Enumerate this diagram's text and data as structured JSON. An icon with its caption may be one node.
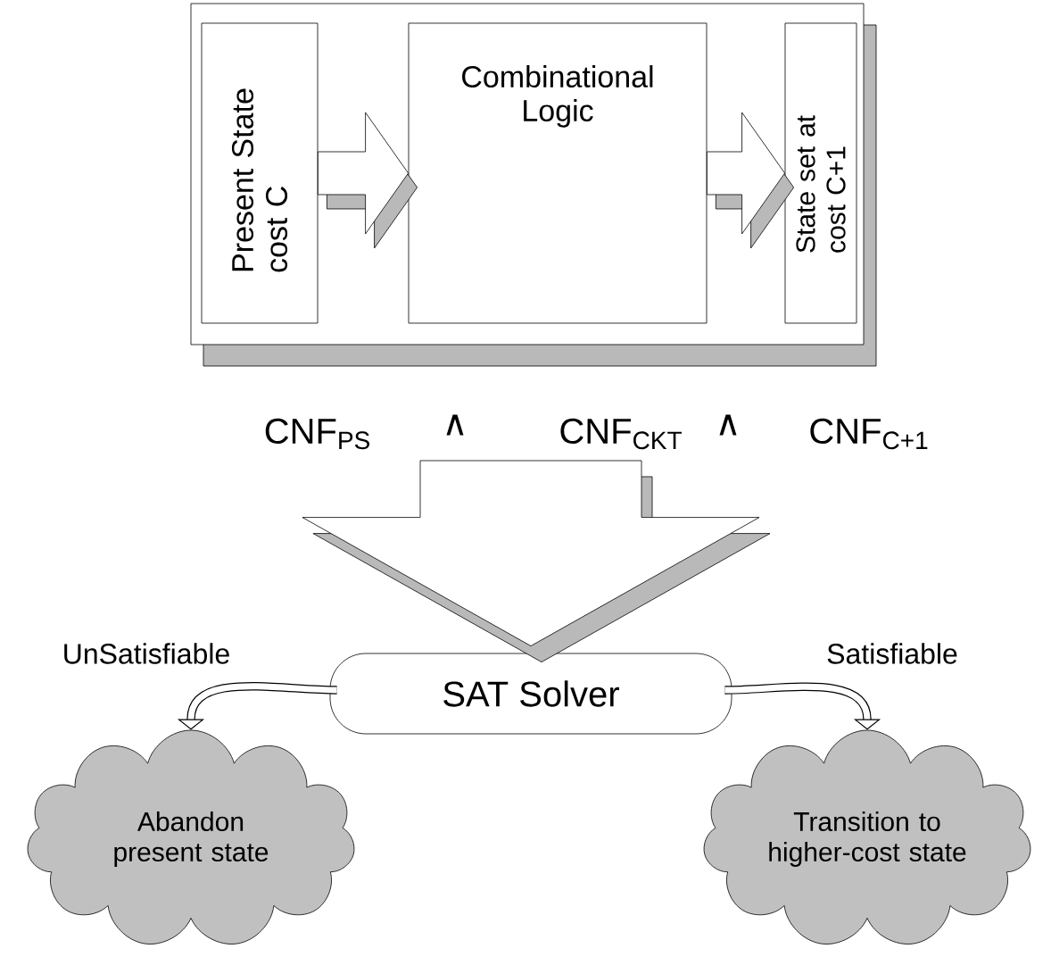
{
  "diagram": {
    "nodes": [
      {
        "text": [],
        "shape": "box"
      },
      {
        "text": [
          "Present State cost C"
        ],
        "in": 0
      },
      {
        "text": [
          "Combinational Logic"
        ],
        "in": 0
      },
      {
        "text": [
          "State set at cost C+1"
        ],
        "in": 0
      },
      {
        "text": [
          "SAT Solver"
        ]
      },
      {
        "text": [
          "Abandon present state"
        ]
      },
      {
        "text": [
          "Transition to higher-cost state"
        ]
      }
    ],
    "edges": [
      {
        "from": 1,
        "to": 2,
        "arrow": "to"
      },
      {
        "from": 2,
        "to": 3,
        "arrow": "to"
      },
      {
        "from": null,
        "to": 4,
        "arrow": "to"
      },
      {
        "from": 4,
        "to": 5,
        "arrow": "to",
        "label": "UnSatisfiable"
      },
      {
        "from": 4,
        "to": 6,
        "arrow": "to",
        "label": "Satisfiable"
      }
    ],
    "labels": [
      "CNF$_{PS}$",
      "∧",
      "CNF$_{CKT}$",
      "∧",
      "CNF$_{C+1}$"
    ]
  }
}
